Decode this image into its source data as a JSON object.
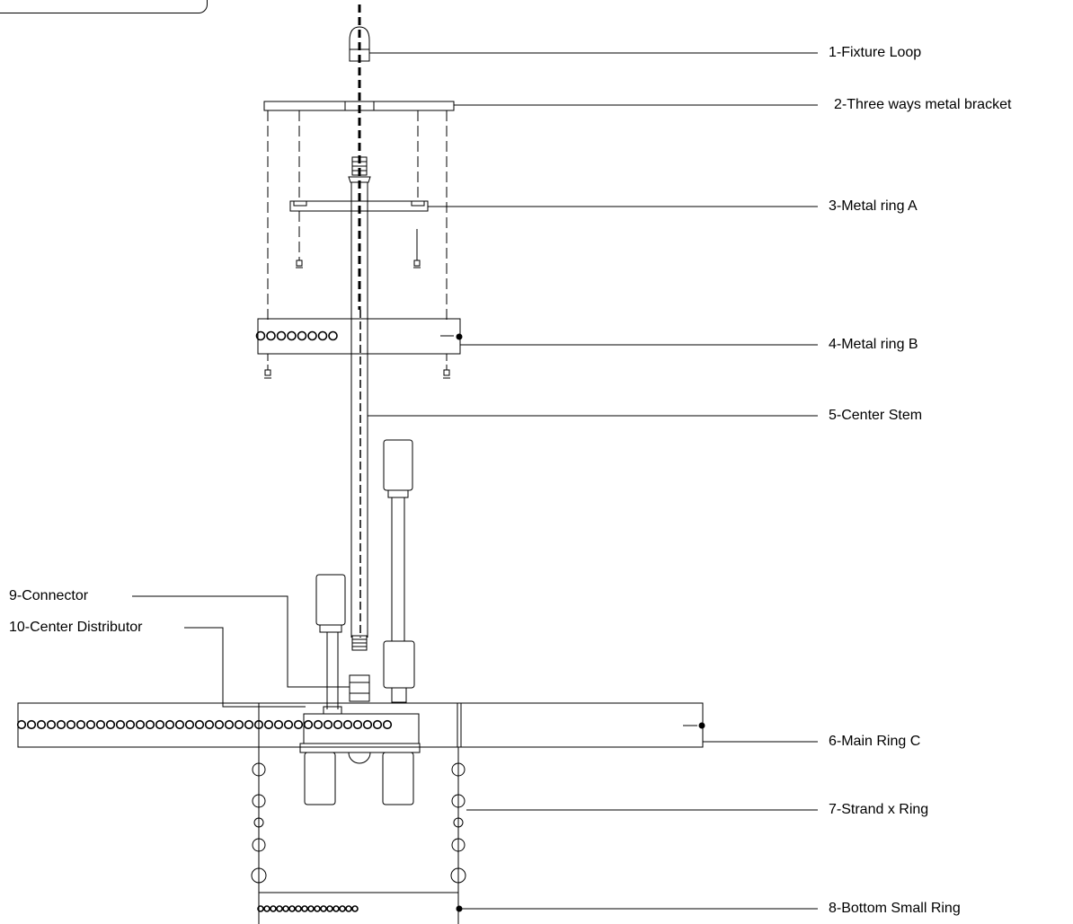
{
  "labels": {
    "l1": "1-Fixture Loop",
    "l2": "2-Three ways metal bracket",
    "l3": "3-Metal ring   A",
    "l4": "4-Metal ring   B",
    "l5": "5-Center Stem",
    "l6": "6-Main Ring C",
    "l7": "7-Strand x Ring",
    "l8": "8-Bottom Small Ring",
    "l9": "9-Connector",
    "l10": "10-Center Distributor"
  }
}
